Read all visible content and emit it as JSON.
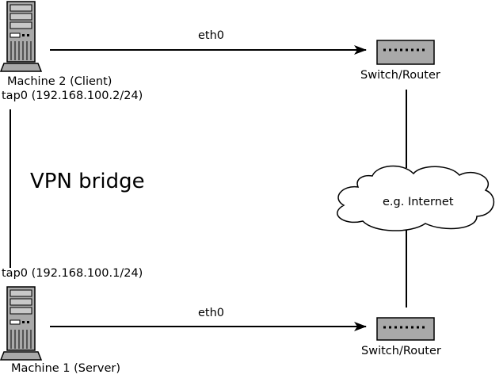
{
  "diagram": {
    "title": "VPN bridge",
    "client": {
      "name": "Machine 2 (Client)",
      "tap": "tap0 (192.168.100.2/24)",
      "icon": "server-tower-icon"
    },
    "server": {
      "name": "Machine 1 (Server)",
      "tap": "tap0 (192.168.100.1/24)",
      "icon": "server-tower-icon"
    },
    "links": {
      "top_link": "eth0",
      "bottom_link": "eth0"
    },
    "switch_top": {
      "label": "Switch/Router",
      "icon": "network-switch-icon"
    },
    "switch_bottom": {
      "label": "Switch/Router",
      "icon": "network-switch-icon"
    },
    "cloud": {
      "label": "e.g. Internet",
      "icon": "cloud-icon"
    },
    "colors": {
      "device_fill": "#a9a9a9",
      "stroke": "#000000",
      "background": "#ffffff"
    }
  }
}
